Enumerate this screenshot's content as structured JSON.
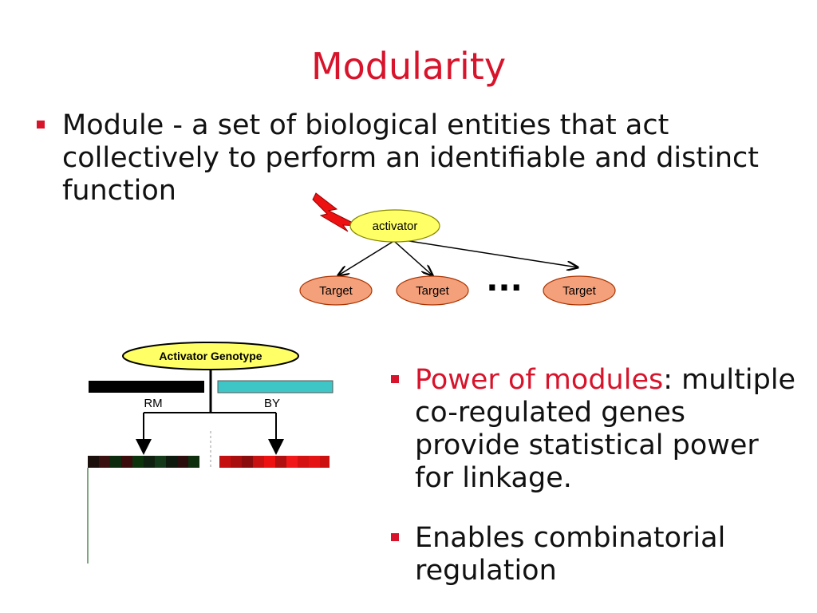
{
  "slide": {
    "title": "Modularity",
    "bullets": [
      {
        "text": "Module - a set of biological entities that act collectively to perform an identifiable and distinct function"
      }
    ],
    "bullets_right": [
      {
        "highlight": "Power of modules",
        "rest_first": ":",
        "rest": "multiple co-regulated genes provide statistical power for linkage."
      },
      {
        "text": "Enables combinatorial regulation"
      }
    ]
  },
  "diagram": {
    "activator_label": "activator",
    "target_labels": [
      "Target",
      "Target",
      "Target"
    ],
    "ellipsis": "...",
    "genotype_label": "Activator Genotype",
    "left_allele": "RM",
    "right_allele": "BY",
    "colors": {
      "title_red": "#d7142b",
      "activator_fill": "#ffff66",
      "target_fill": "#f4a07a",
      "by_bar": "#3ec6c6",
      "rm_bar": "#000000"
    }
  }
}
